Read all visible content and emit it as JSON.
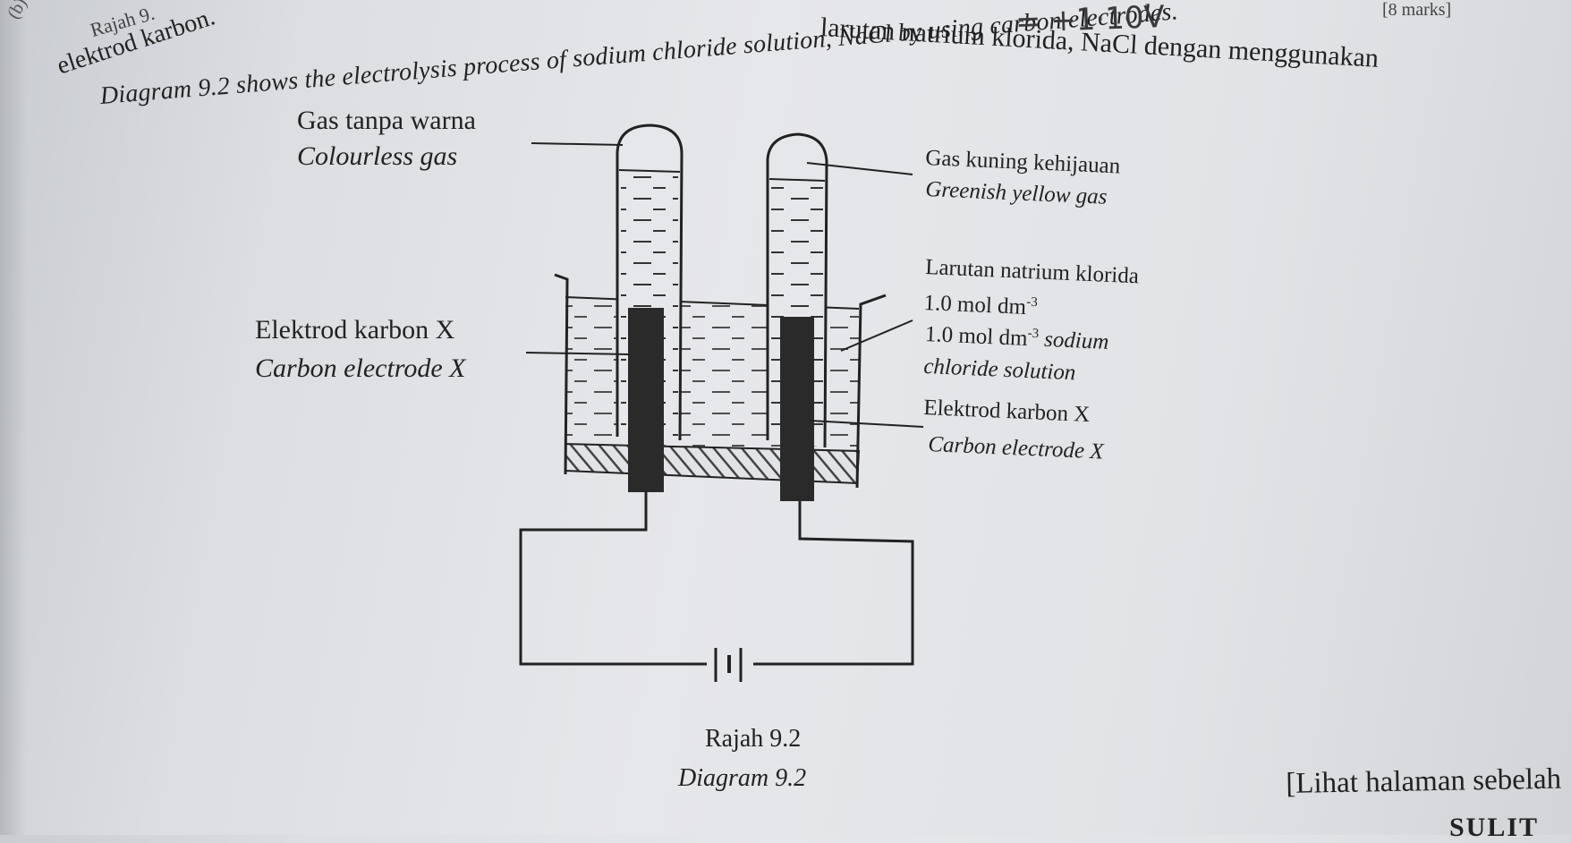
{
  "header": {
    "question_part": "(b)",
    "rajah_ref": "Rajah 9.",
    "malay_line1": "larutan natrium klorida, NaCl dengan menggunakan",
    "malay_line2": "elektrod karbon.",
    "english_intro": "Diagram 9.2 shows the electrolysis process of sodium chloride solution, NaCl by using carbon electrodes.",
    "marks": "[8 marks]",
    "handwritten_note": "= +1·10V"
  },
  "labels": {
    "gas_left_malay": "Gas tanpa warna",
    "gas_left_english": "Colourless gas",
    "electrode_left_malay": "Elektrod karbon X",
    "electrode_left_english": "Carbon electrode X",
    "gas_right_malay": "Gas kuning kehijauan",
    "gas_right_english": "Greenish yellow gas",
    "solution_malay_1": "Larutan natrium klorida",
    "solution_malay_2": "1.0 mol dm",
    "solution_english_1": "1.0 mol dm",
    "solution_english_1b": "sodium",
    "solution_english_2": "chloride solution",
    "electrode_right_malay": "Elektrod karbon X",
    "electrode_right_english": "Carbon electrode X",
    "exponent": "-3"
  },
  "caption": {
    "malay": "Rajah 9.2",
    "english": "Diagram 9.2"
  },
  "footer": {
    "next_page": "[Lihat halaman sebelah",
    "sulit": "SULIT"
  }
}
